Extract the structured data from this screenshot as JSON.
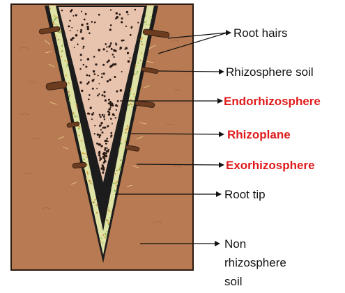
{
  "labels": [
    {
      "id": "root-hairs",
      "text": "Root hairs",
      "color": "#111111"
    },
    {
      "id": "rhizosphere-soil",
      "text": "Rhizosphere soil",
      "color": "#111111"
    },
    {
      "id": "endorhizosphere",
      "text": "Endorhizosphere",
      "color": "#e01b1b"
    },
    {
      "id": "rhizoplane",
      "text": "Rhizoplane",
      "color": "#e01b1b"
    },
    {
      "id": "exorhizosphere",
      "text": "Exorhizosphere",
      "color": "#e01b1b"
    },
    {
      "id": "root-tip",
      "text": "Root tip",
      "color": "#111111"
    },
    {
      "id": "non-rhizosphere-soil",
      "lines": [
        "Non",
        "rhizosphere",
        "soil"
      ],
      "color": "#111111"
    }
  ],
  "colors": {
    "soil": "#b87a52",
    "soil_edge": "#2b1a10",
    "endorhizosphere": "#e8c4ae",
    "rhizoplane_band": "#dfe3a6",
    "root_hair": "#6b3c1f",
    "label_red": "#e01b1b"
  }
}
